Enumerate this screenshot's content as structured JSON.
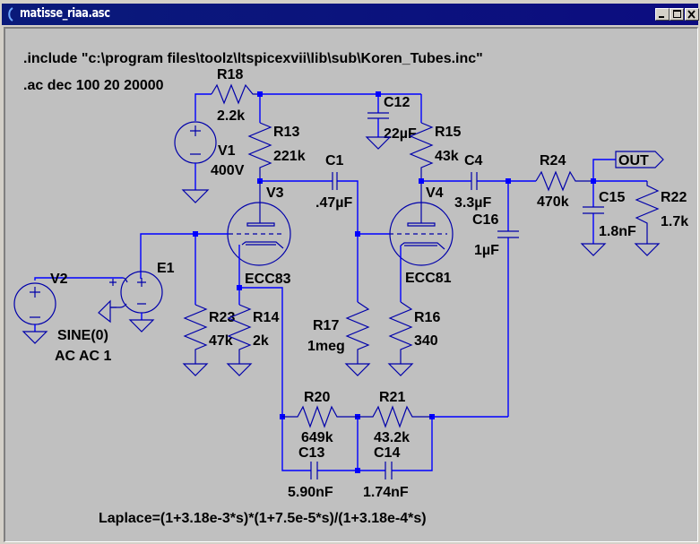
{
  "window": {
    "title": "matisse_riaa.asc",
    "controls": {
      "minimize": "_",
      "maximize": "□",
      "close": "X"
    }
  },
  "directives": {
    "include": ".include \"c:\\program files\\toolz\\ltspicexvii\\lib\\sub\\Koren_Tubes.inc\"",
    "ac": ".ac dec 100 20 20000"
  },
  "components": {
    "R18": {
      "name": "R18",
      "value": "2.2k"
    },
    "R13": {
      "name": "R13",
      "value": "221k"
    },
    "C12": {
      "name": "C12",
      "value": "22µF"
    },
    "R15": {
      "name": "R15",
      "value": "43k"
    },
    "C4": {
      "name": "C4",
      "value": "3.3µF"
    },
    "R24": {
      "name": "R24",
      "value": "470k"
    },
    "C15": {
      "name": "C15",
      "value": "1.8nF"
    },
    "R22": {
      "name": "R22",
      "value": "1.7k"
    },
    "V1": {
      "name": "V1",
      "value": "400V"
    },
    "V3": {
      "name": "V3",
      "value": "ECC83"
    },
    "C1": {
      "name": "C1",
      "value": ".47µF"
    },
    "V4": {
      "name": "V4",
      "value": "ECC81"
    },
    "C16": {
      "name": "C16",
      "value": "1µF"
    },
    "V2": {
      "name": "V2",
      "value": "SINE(0)",
      "value2": "AC AC 1"
    },
    "E1": {
      "name": "E1"
    },
    "R23": {
      "name": "R23",
      "value": "47k"
    },
    "R14": {
      "name": "R14",
      "value": "2k"
    },
    "R17": {
      "name": "R17",
      "value": "1meg"
    },
    "R16": {
      "name": "R16",
      "value": "340"
    },
    "R20": {
      "name": "R20",
      "value": "649k"
    },
    "R21": {
      "name": "R21",
      "value": "43.2k"
    },
    "C13": {
      "name": "C13",
      "value": "5.90nF"
    },
    "C14": {
      "name": "C14",
      "value": "1.74nF"
    }
  },
  "net_labels": {
    "out": "OUT"
  },
  "laplace": "Laplace=(1+3.18e-3*s)*(1+7.5e-5*s)/(1+3.18e-4*s)",
  "colors": {
    "wire": "#0000ff",
    "background": "#c0c0c0",
    "titlebar": "#0a246a"
  }
}
